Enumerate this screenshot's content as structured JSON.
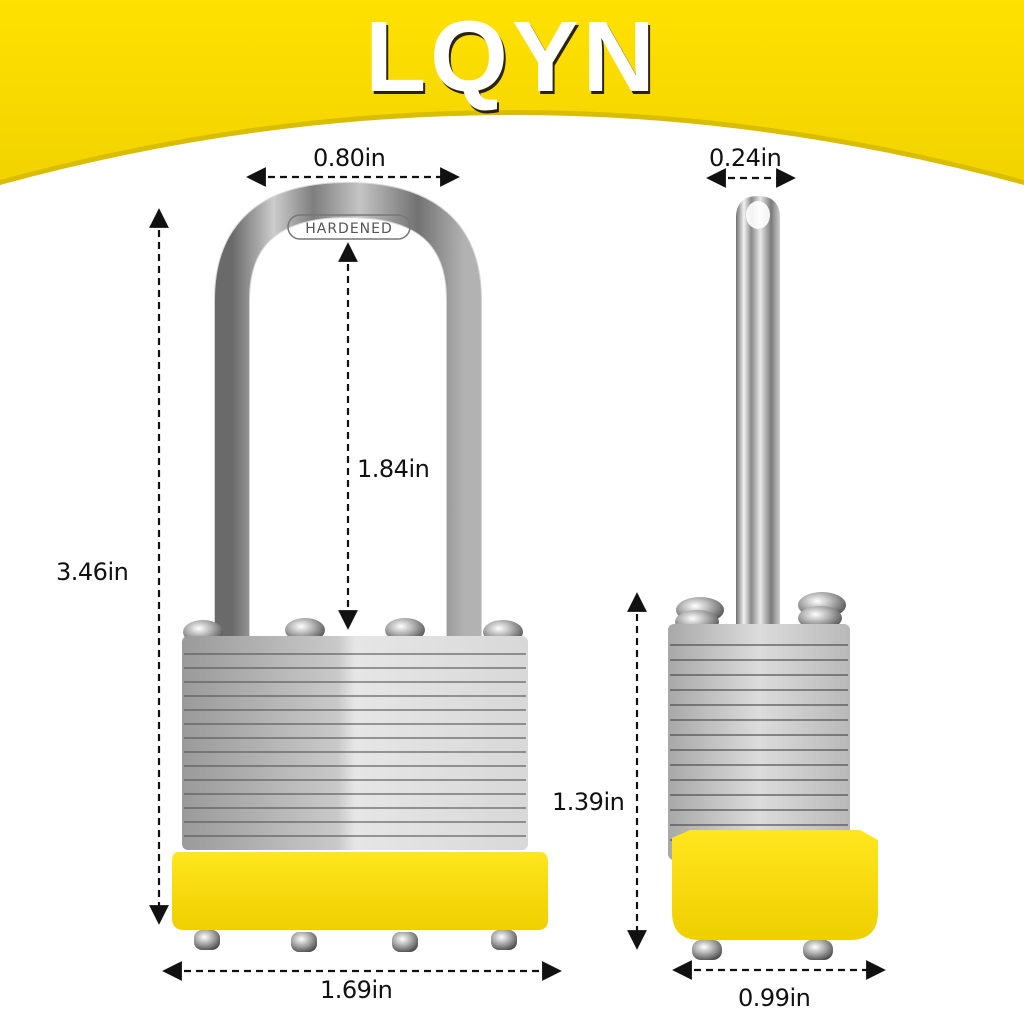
{
  "brand": {
    "name": "LQYN",
    "banner_color": "#FFE100",
    "text_color": "#FFFFFF"
  },
  "product": {
    "shackle_engraving": "HARDENED",
    "body_color": "#C8C8C8",
    "bumper_color": "#F7DB10"
  },
  "dimensions": {
    "front_view": {
      "shackle_inner_width": "0.80in",
      "shackle_clearance": "1.84in",
      "total_height": "3.46in",
      "body_width": "1.69in"
    },
    "side_view": {
      "shackle_diameter": "0.24in",
      "body_height": "1.39in",
      "body_depth": "0.99in"
    }
  }
}
